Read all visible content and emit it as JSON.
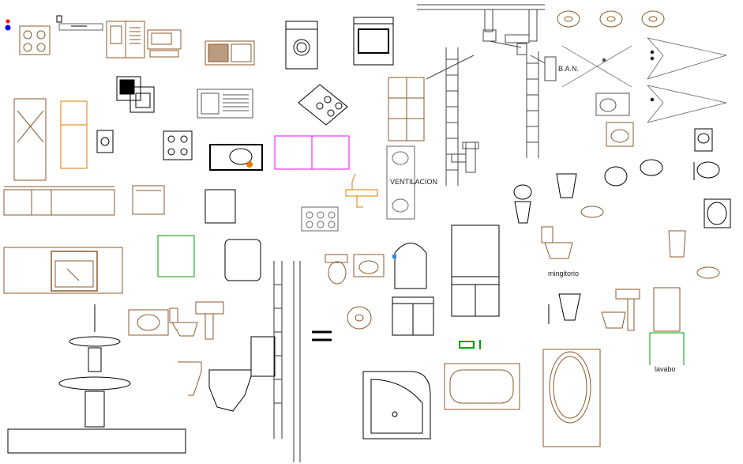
{
  "labels": {
    "ventilacion": "VENTILACION",
    "ban": "B.A.N.",
    "mingitorio": "mingitorio",
    "lavabo": "lavabo"
  },
  "colors": {
    "line": "#000000",
    "brown": "#8b5a2b",
    "orange": "#e07b00",
    "magenta": "#ff00ff",
    "green": "#00a000",
    "blue": "#0000ff",
    "red": "#ff0000",
    "gray": "#666666"
  }
}
